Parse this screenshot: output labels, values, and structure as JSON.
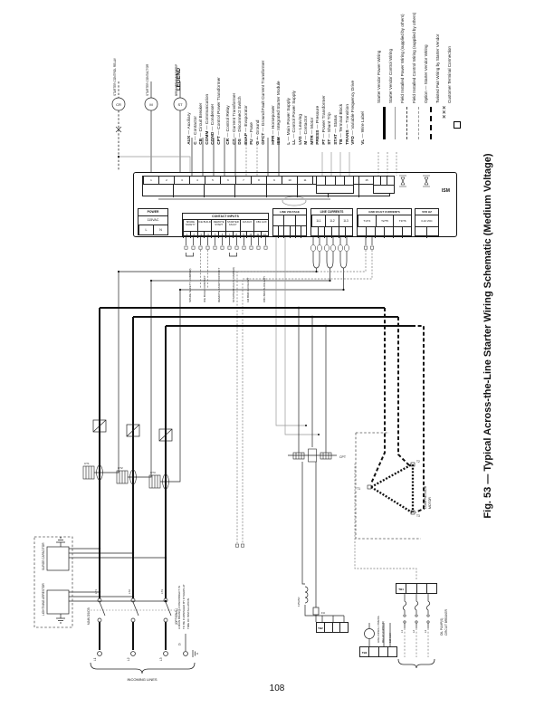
{
  "page": {
    "number": "108"
  },
  "caption": "Fig. 53 — Typical Across-the-Line Starter Wiring Schematic (Medium Voltage)",
  "legend": {
    "title": "LEGEND",
    "items": [
      {
        "abbr": "AUX",
        "def": "Auxiliary"
      },
      {
        "abbr": "C",
        "def": "Contactor"
      },
      {
        "abbr": "CB",
        "def": "Circuit Breaker"
      },
      {
        "abbr": "COMM",
        "def": "Communication"
      },
      {
        "abbr": "COND",
        "def": "Condenser"
      },
      {
        "abbr": "CPT",
        "def": "Control Power Transformer"
      },
      {
        "abbr": "CR",
        "def": "Control Relay",
        "g": "gap"
      },
      {
        "abbr": "CT",
        "def": "Current Transformer"
      },
      {
        "abbr": "DS",
        "def": "Disconnect Switch"
      },
      {
        "abbr": "EVAP",
        "def": "Evaporator"
      },
      {
        "abbr": "FU",
        "def": "Fuse"
      },
      {
        "abbr": "G",
        "def": "Ground"
      },
      {
        "abbr": "GFCT",
        "def": "Ground Fault Current Transformer"
      },
      {
        "abbr": "HPR",
        "def": "Horsepower",
        "g": "gap"
      },
      {
        "abbr": "ISM",
        "def": "Integrated Starter Module"
      },
      {
        "abbr": "L",
        "def": "Main Power Supply",
        "g": "gap"
      },
      {
        "abbr": "LL",
        "def": "Control Power Supply"
      },
      {
        "abbr": "LVG",
        "def": "Leaving"
      },
      {
        "abbr": "M",
        "def": "Contactor"
      },
      {
        "abbr": "MTR",
        "def": "Motor"
      },
      {
        "abbr": "PRESS",
        "def": "Pressure"
      },
      {
        "abbr": "PT",
        "def": "Power Transformer"
      },
      {
        "abbr": "ST",
        "def": "Shunt Trip"
      },
      {
        "abbr": "STAT",
        "def": "Status"
      },
      {
        "abbr": "TB",
        "def": "Terminal Block"
      },
      {
        "abbr": "TRANS",
        "def": "Transition"
      },
      {
        "abbr": "VFD",
        "def": "Variable Frequency Drive"
      },
      {
        "abbr": "VL",
        "def": "Wire Label",
        "g": "gap"
      }
    ],
    "line_styles": [
      {
        "label": "Starter Vendor Power Wiring",
        "style": "s-thick"
      },
      {
        "label": "Starter Vendor Control Wiring",
        "style": "s-ctrl"
      },
      {
        "label": "Field Installed Power Wiring (supplied by others)",
        "style": "s-fip"
      },
      {
        "label": "Field Installed Control Wiring (supplied by others)",
        "style": "s-fic"
      },
      {
        "label": "Option — Starter Vendor Wiring",
        "style": "s-opt"
      },
      {
        "label": "Twisted Pair Wiring by Starter Vendor",
        "style": "s-tw"
      },
      {
        "label": "Customer Terminal Connection",
        "style": "s-sq"
      }
    ]
  },
  "starter_controls": {
    "relay": {
      "label": "STARTER CONTROL RELAY",
      "circle": "CR"
    },
    "contactor": {
      "label": "STARTER CONTACTOR",
      "circle": "M"
    },
    "shunt": {
      "label": "BREAKER SHUNT TRIP",
      "circle": "ST"
    }
  },
  "ism": {
    "name": "ISM",
    "top_strip": {
      "terminals": [
        "1",
        "2",
        "3",
        "4",
        "5",
        "6",
        "7",
        "8",
        "9",
        "10",
        "11",
        "12",
        "13",
        "14",
        "15",
        "16"
      ]
    },
    "power": {
      "header": "POWER",
      "value": "115VAC",
      "terminals": [
        "L",
        "N"
      ]
    },
    "fuse": "5A",
    "contact_inputs": {
      "header": "CONTACT INPUTS",
      "cells": [
        "SPARE SAFETY",
        "ICE BUILD",
        "REMOTE START",
        "STARTER FAULT",
        "1M AUX",
        "CB1 AUX"
      ],
      "terminals": [
        "1",
        "2",
        "3",
        "4",
        "5",
        "6",
        "7",
        "8",
        "9",
        "10",
        "11",
        "12"
      ]
    },
    "line_voltage": {
      "header": "LINE VOLTAGE"
    },
    "line_currents": {
      "header": "LINE CURRENTS",
      "cells": [
        "1L1",
        "1L2",
        "1L3"
      ]
    },
    "gnd_fault": {
      "header": "GND FAULT CURRENTS",
      "cells": [
        "T1/T4",
        "T2/T5",
        "T3/T6"
      ]
    },
    "vfd_hz": {
      "header": "VFD HZ",
      "value": "0-10 VDC"
    }
  },
  "contact_labels": [
    "SPARE SAFETY (JUMPER)",
    "ICE BUILD CONTACT",
    "REMOTE START CONTACT",
    "STARTER FAULT (JUMPER)",
    "1M BKR AUXILIARY",
    "CB1 BKR AUXILIARY"
  ],
  "ct_labels": [
    "CT1",
    "CT2",
    "CT3"
  ],
  "incoming": {
    "surge": "SURGE CAPACITOR",
    "arrestor": "LIGHTNING ARRESTOR",
    "main_ds": "MAIN DS/CB",
    "optional": "(OPTIONAL)",
    "phase_tags": [
      "LT1",
      "LT2",
      "LT3"
    ],
    "terminals": [
      "L1",
      "L2",
      "L3"
    ],
    "ground": "G",
    "brace_label": "INCOMING LINES",
    "note_lines": [
      "A MAIN BRANCH DISCONNECT IS",
      "TO BE FURNISHED BY OTHERS AT",
      "TIME OF INSTALLATION."
    ]
  },
  "cpt": {
    "label": "CPT",
    "secondary": "115VAC",
    "fuse": "FU",
    "tb": "TB2"
  },
  "relay_block": {
    "label_lines": [
      "HIGH DISCH. PRESS.",
      "RELAY (OPTION)"
    ],
    "aux": "1M AUX",
    "tb": "TB2"
  },
  "oil_pump": {
    "tb": "TB1",
    "label_lines": [
      "OIL PUMP(S)",
      "CIRCUIT BREAKER"
    ],
    "phases": [
      "L1",
      "L2",
      "L3"
    ]
  },
  "motor": {
    "label_lines": [
      "COMPRESSOR",
      "MOTOR"
    ],
    "terminals": [
      "T1",
      "T2",
      "T3"
    ]
  }
}
